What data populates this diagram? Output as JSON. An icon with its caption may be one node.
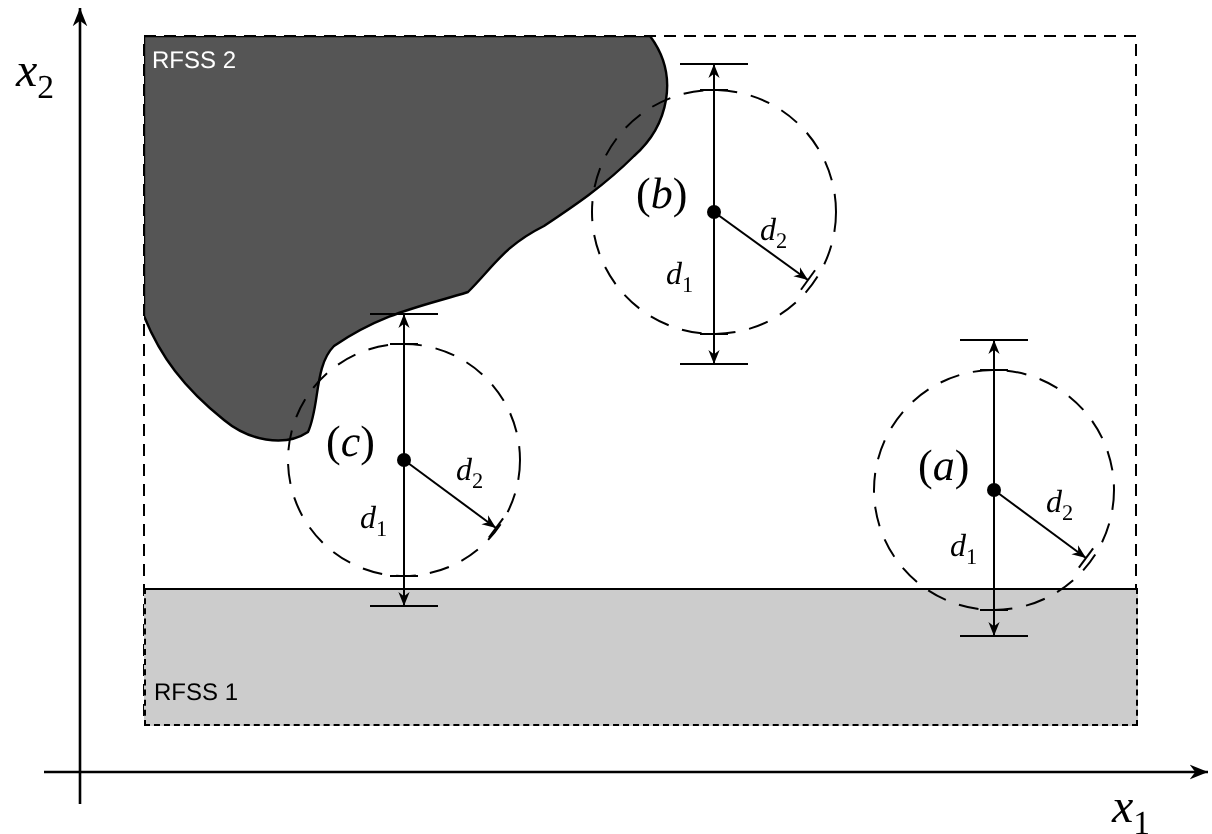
{
  "diagram": {
    "nodes": [
      {
        "text": [
          "RFSS 2"
        ]
      },
      {
        "text": [
          "RFSS 1"
        ]
      }
    ],
    "labels": [
      "*x*$_{2}$",
      "(*b*)",
      "*d*$_{2}$",
      "*d*$_{1}$",
      "(*c*)",
      "*d*$_{2}$",
      "*d*$_{1}$",
      "(*a*)",
      "*d*$_{2}$",
      "*d*$_{1}$",
      "*x*$_{1}$"
    ]
  }
}
